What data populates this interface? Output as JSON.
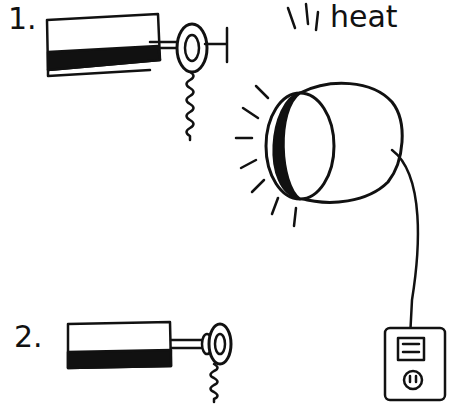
{
  "diagram": {
    "labels": [
      "1.",
      "heat",
      "2."
    ]
  }
}
